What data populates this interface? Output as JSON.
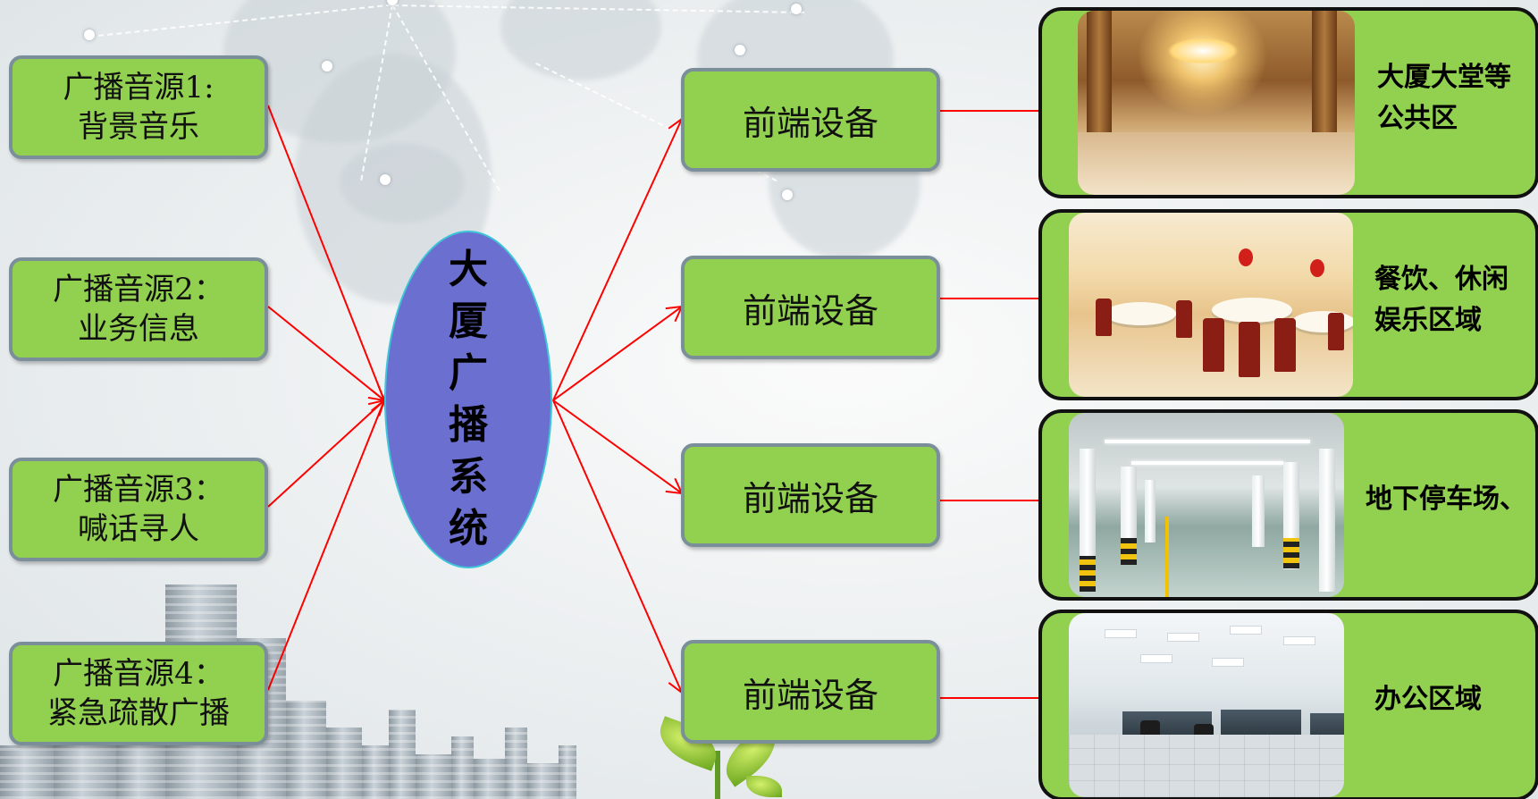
{
  "hub": {
    "chars": [
      "大",
      "厦",
      "广",
      "播",
      "系",
      "统"
    ]
  },
  "sources": [
    {
      "line1": "广播音源1:",
      "line2": "背景音乐"
    },
    {
      "line1": "广播音源2：",
      "line2": "业务信息"
    },
    {
      "line1": "广播音源3：",
      "line2": "喊话寻人"
    },
    {
      "line1": "广播音源4：",
      "line2": "紧急疏散广播"
    }
  ],
  "frontends": [
    {
      "label": "前端设备"
    },
    {
      "label": "前端设备"
    },
    {
      "label": "前端设备"
    },
    {
      "label": "前端设备"
    }
  ],
  "destinations": [
    {
      "line1": "大厦大堂等",
      "line2": "公共区",
      "photo": "hotel-lobby"
    },
    {
      "line1": "餐饮、休闲",
      "line2": "娱乐区域",
      "photo": "banquet-dining-hall"
    },
    {
      "line1": "地下停车场、",
      "line2": "",
      "photo": "underground-parking"
    },
    {
      "line1": "办公区域",
      "line2": "",
      "photo": "open-plan-office"
    }
  ],
  "colors": {
    "box_fill": "#92d050",
    "box_border": "#7b8f9b",
    "hub_fill": "#6b6fd0",
    "hub_border": "#3cc6d8",
    "arrow": "#ff0000",
    "dest_border": "#111111"
  }
}
